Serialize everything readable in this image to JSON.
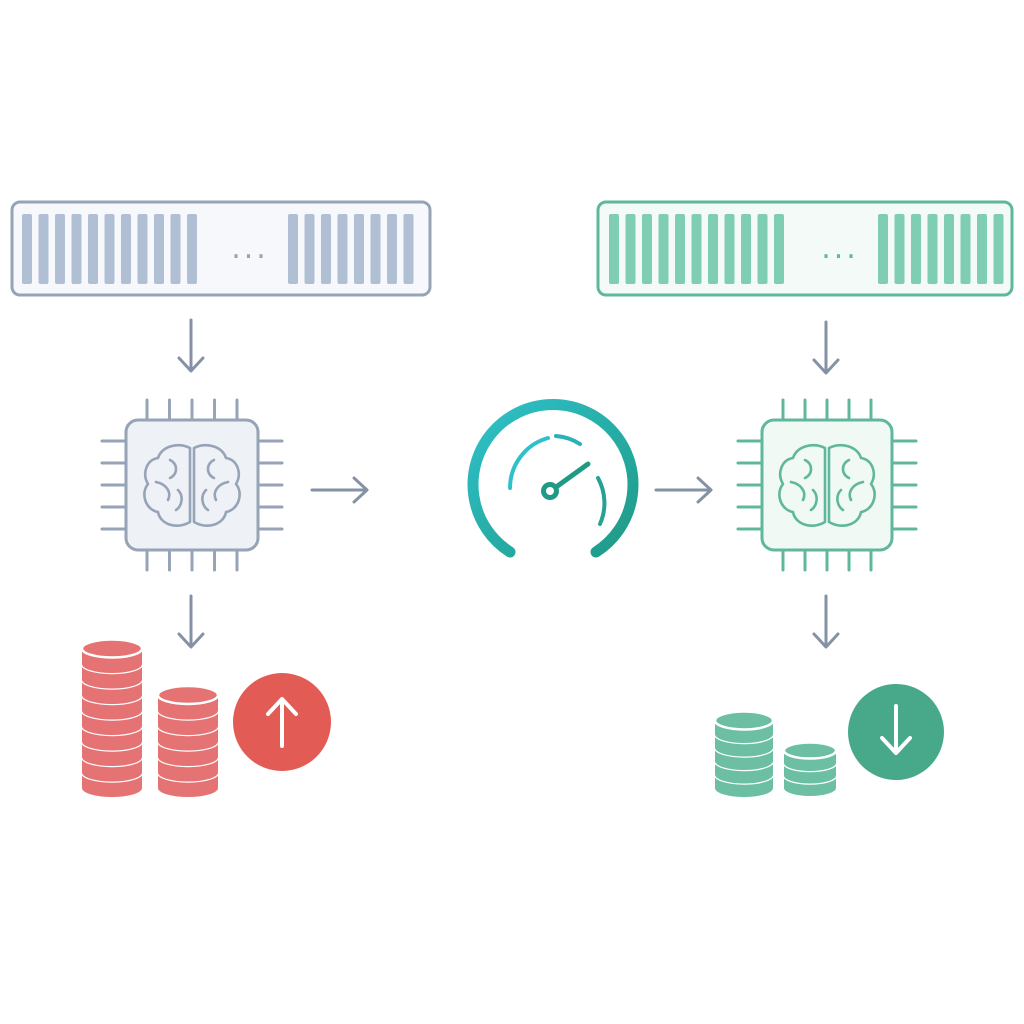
{
  "colors": {
    "neutral_stroke": "#97a3b6",
    "neutral_fill": "#eef2f7",
    "neutral_token": "#b0bfd4",
    "neutral_arrow": "#8592a6",
    "green_stroke": "#5fb89b",
    "green_fill": "#f1f9f5",
    "green_token": "#7fcdb2",
    "green_coin": "#6cbfa3",
    "green_badge": "#47a88a",
    "red_coin": "#e57373",
    "red_badge": "#e35b55",
    "gauge_start": "#2fc1c9",
    "gauge_end": "#1f9a86"
  },
  "left_sequence": {
    "ellipsis": "...",
    "tokens_before": 11,
    "tokens_after": 8
  },
  "right_sequence": {
    "ellipsis": "...",
    "tokens_before": 11,
    "tokens_after": 8
  },
  "left_chip": {
    "icon": "brain-icon"
  },
  "right_chip": {
    "icon": "brain-icon"
  },
  "speed_gauge": {
    "icon": "speedometer-icon"
  },
  "left_cost": {
    "icon": "arrow-up-icon",
    "stacks": [
      9,
      6
    ]
  },
  "right_cost": {
    "icon": "arrow-down-icon",
    "stacks": [
      5,
      3
    ]
  }
}
